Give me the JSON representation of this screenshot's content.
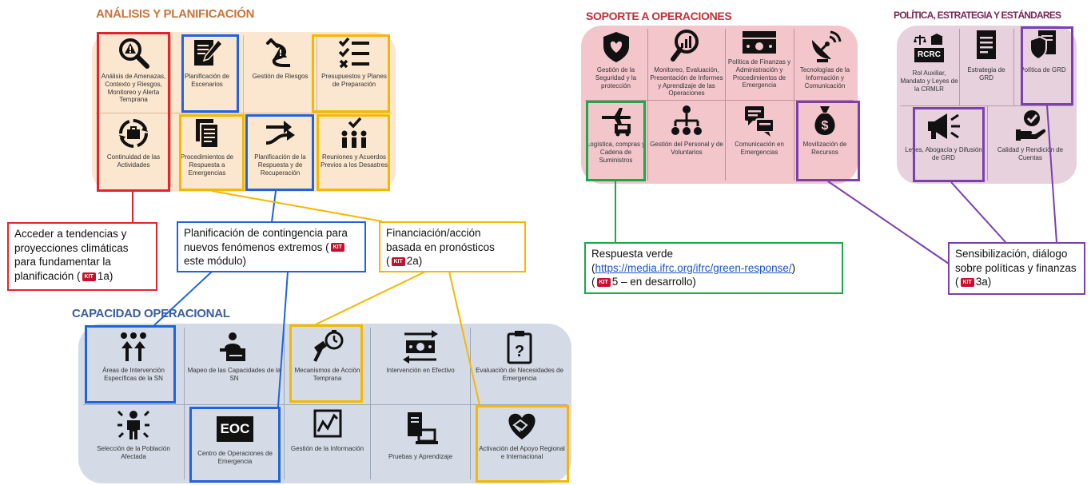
{
  "sections": {
    "analysis_title": "ANÁLISIS Y PLANIFICACIÓN",
    "support_title": "SOPORTE A OPERACIONES",
    "policy_title": "POLÍTICA, ESTRATEGIA Y ESTÁNDARES",
    "capacity_title": "CAPACIDAD OPERACIONAL"
  },
  "colors": {
    "red": "#e8222b",
    "blue": "#1f63e0",
    "yellow": "#f5b800",
    "green": "#19a84a",
    "purple": "#7a3fb0",
    "analysis_bg": "#fbe6cf",
    "support_bg": "#f3c6cc",
    "policy_bg": "#e6d1dc",
    "capacity_bg": "#d5dbe6",
    "title_orange": "#c8743a",
    "title_red": "#c22d3a",
    "title_purple": "#7a2a55",
    "title_blue": "#3a5f9c"
  },
  "analysis": {
    "cells": [
      {
        "icon": "magnifier-alert-icon",
        "label": "Análisis de Amenazas, Contexto y Riesgos, Monitoreo y Alerta Temprana"
      },
      {
        "icon": "document-pen-icon",
        "label": "Planificación de Escenarios"
      },
      {
        "icon": "risk-route-icon",
        "label": "Gestión de Riesgos"
      },
      {
        "icon": "checklist-icon",
        "label": "Presupuestos y Planes de Preparación"
      },
      {
        "icon": "cycle-briefcase-icon",
        "label": "Continuidad de las Actividades"
      },
      {
        "icon": "documents-stack-icon",
        "label": "Procedimientos de Respuesta a Emergencias"
      },
      {
        "icon": "arrows-plan-icon",
        "label": "Planificación de la Respuesta y de Recuperación"
      },
      {
        "icon": "people-check-icon",
        "label": "Reuniones y Acuerdos Previos a los Desastres"
      }
    ]
  },
  "support": {
    "cells": [
      {
        "icon": "shield-heart-icon",
        "label": "Gestión de la Seguridad y la protección"
      },
      {
        "icon": "magnifier-chart-icon",
        "label": "Monitoreo, Evaluación, Presentación de Informes y Aprendizaje de las Operaciones"
      },
      {
        "icon": "money-icon",
        "label": "Política de Finanzas y Administración y Procedimientos de Emergencia"
      },
      {
        "icon": "satellite-dish-icon",
        "label": "Tecnologías de la Información y Comunicación"
      },
      {
        "icon": "plane-truck-icon",
        "label": "Logística, compras y Cadena de Suministros"
      },
      {
        "icon": "org-chart-icon",
        "label": "Gestión del Personal y de Voluntarios"
      },
      {
        "icon": "speech-bubbles-icon",
        "label": "Comunicación en Emergencias"
      },
      {
        "icon": "money-bag-icon",
        "label": "Movilización de Recursos"
      }
    ]
  },
  "policy": {
    "cells": [
      {
        "icon": "rcrc-scales-icon",
        "label": "Rol Auxiliar, Mandato y Leyes de la CRMLR",
        "badge": "RCRC"
      },
      {
        "icon": "document-icon",
        "label": "Estrategia de GRD"
      },
      {
        "icon": "policy-shield-icon",
        "label": "Política de GRD"
      },
      {
        "icon": "megaphone-icon",
        "label": "Leyes, Abogacía y Difusión de GRD"
      },
      {
        "icon": "hand-check-icon",
        "label": "Calidad y Rendición de Cuentas"
      }
    ]
  },
  "capacity": {
    "cells": [
      {
        "icon": "people-arrows-icon",
        "label": "Áreas de Intervención Específicas de la SN"
      },
      {
        "icon": "person-desk-icon",
        "label": "Mapeo de las Capacidades de la SN"
      },
      {
        "icon": "hammer-timer-icon",
        "label": "Mecanismos de Acción Temprana"
      },
      {
        "icon": "cash-transfer-icon",
        "label": "Intervención en Efectivo"
      },
      {
        "icon": "clipboard-question-icon",
        "label": "Evaluación de Necesidades de Emergencia"
      },
      {
        "icon": "person-radiate-icon",
        "label": "Selección de la Población Afectada"
      },
      {
        "icon": "eoc-icon",
        "label": "Centro de Operaciones de Emergencia",
        "badge": "EOC"
      },
      {
        "icon": "chart-window-icon",
        "label": "Gestión de la Información"
      },
      {
        "icon": "devices-icon",
        "label": "Pruebas y Aprendizaje"
      },
      {
        "icon": "heart-hands-icon",
        "label": "Activación del Apoyo Regional e Internacional"
      }
    ]
  },
  "notes": {
    "climate": {
      "text": "Acceder a tendencias y proyecciones climáticas para fundamentar la planificación (",
      "kit": "KIT",
      "suffix": "1a)"
    },
    "contingency": {
      "text": "Planificación de contingencia para nuevos fenómenos extremos (",
      "kit": "KIT",
      "suffix": "este módulo)"
    },
    "finance": {
      "text": "Financiación/acción basada en pronósticos",
      "text2": "(",
      "kit": "KIT",
      "suffix": "2a)"
    },
    "green": {
      "text": "Respuesta verde",
      "link_open": "(",
      "link": "https://media.ifrc.org/ifrc/green-response/",
      "link_close": ")",
      "text2": "(",
      "kit": "KIT",
      "suffix": "5 – en desarrollo)"
    },
    "awareness": {
      "text": "Sensibilización, diálogo sobre políticas y finanzas (",
      "kit": "KIT",
      "suffix": "3a)"
    }
  }
}
